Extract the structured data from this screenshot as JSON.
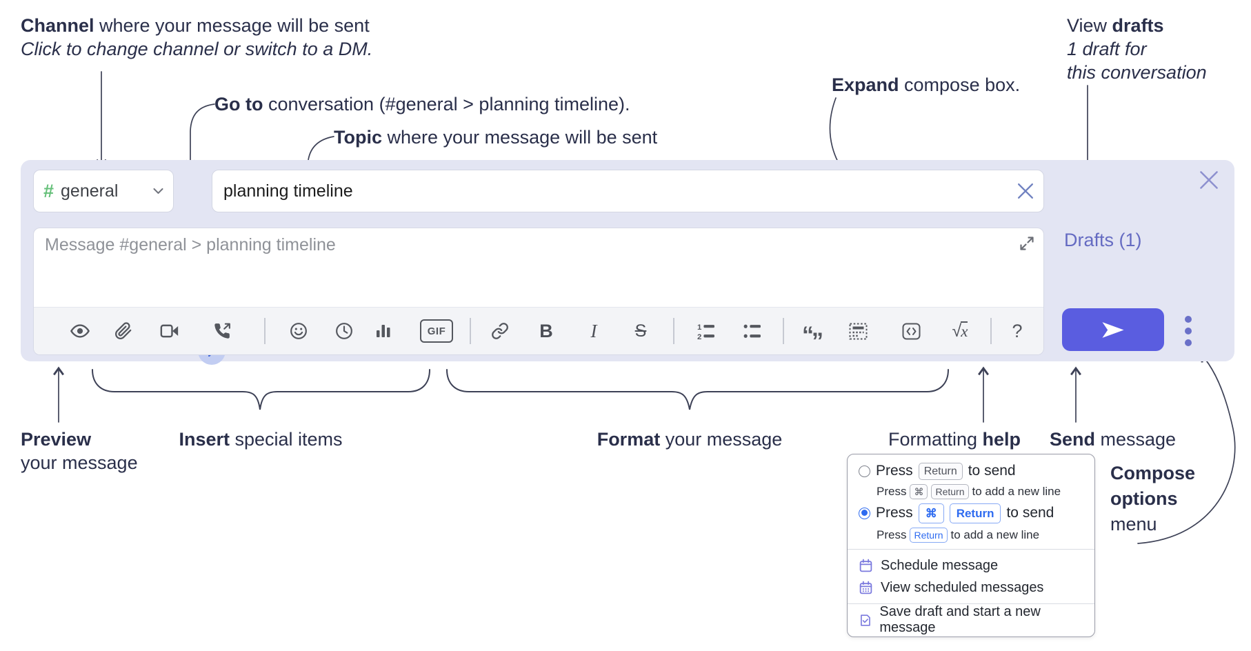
{
  "annotations": {
    "channel": {
      "bold": "Channel",
      "rest": " where your message will be sent",
      "line2": "Click to change channel or switch to a DM."
    },
    "goto": {
      "bold": "Go to",
      "rest": " conversation (#general > planning timeline)."
    },
    "topic": {
      "bold": "Topic",
      "rest": " where your message will be sent"
    },
    "expand": {
      "bold": "Expand",
      "rest": " compose box."
    },
    "drafts": {
      "line1_pre": "View ",
      "line1_bold": "drafts",
      "line2": "1 draft for",
      "line3": "this conversation"
    },
    "preview": {
      "bold": "Preview",
      "line2": "your message"
    },
    "insert": {
      "bold": "Insert",
      "rest": " special items"
    },
    "format": {
      "bold": "Format",
      "rest": " your message"
    },
    "formatting_help": {
      "pre": "Formatting ",
      "bold": "help"
    },
    "send": {
      "bold": "Send",
      "rest": " message"
    },
    "compose_options": {
      "line1": "Compose",
      "line2": "options",
      "line3": "menu"
    }
  },
  "compose": {
    "channel_hash": "#",
    "channel_name": "general",
    "topic_value": "planning timeline",
    "message_placeholder": "Message #general > planning timeline",
    "drafts_link": "Drafts (1)"
  },
  "toolbar": {
    "bold_glyph": "B",
    "italic_glyph": "I",
    "strike_glyph": "S",
    "gif_label": "GIF",
    "quote_open": "“",
    "quote_close": "”",
    "math_root": "√",
    "math_x": "x",
    "help_glyph": "?",
    "ol_num1": "1",
    "ol_num2": "2"
  },
  "popup": {
    "option1": {
      "main_pre": "Press",
      "main_key": "Return",
      "main_post": "to send",
      "sub_pre": "Press",
      "sub_key1": "⌘",
      "sub_key2": "Return",
      "sub_post": "to add a new line"
    },
    "option2": {
      "main_pre": "Press",
      "main_key1": "⌘",
      "main_key2": "Return",
      "main_post": "to send",
      "sub_pre": "Press",
      "sub_key": "Return",
      "sub_post": "to add a new line"
    },
    "items": [
      {
        "icon": "calendar-icon",
        "label": "Schedule message"
      },
      {
        "icon": "calendar-dots-icon",
        "label": "View scheduled messages"
      },
      {
        "icon": "save-draft-icon",
        "label": "Save draft and start a new message"
      }
    ]
  },
  "colors": {
    "compose_bg": "#e3e5f3",
    "accent_send": "#5a5de0",
    "link_purple": "#656bc2",
    "hash_green": "#66c07a",
    "radio_selected_blue": "#2e6bf0",
    "menu_icon_purple": "#7b7ade",
    "annotation_ink": "#2a2f4a",
    "toolbar_icon_gray": "#54575e"
  }
}
